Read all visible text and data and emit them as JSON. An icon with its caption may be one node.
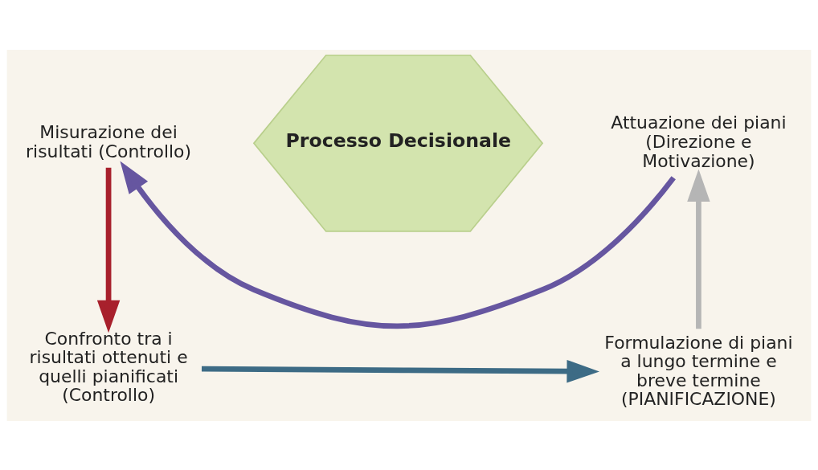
{
  "diagram": {
    "nodes": [
      {
        "text": [
          "Formulazione di piani a lungo termine e breve termine (PIANIFICAZIONE)"
        ]
      },
      {
        "text": [
          "Confronto tra i risultati ottenuti e quelli pianificati (Controllo)"
        ]
      },
      {
        "text": [
          "Processo Decisionale"
        ]
      },
      {
        "text": [
          "Misurazione dei risultati (Controllo)"
        ]
      },
      {
        "text": [
          "Attuazione dei piani (Direzione e Motivazione)"
        ]
      }
    ],
    "edges": [
      {
        "from": 1,
        "to": 0,
        "arrow": "to",
        "color": "#3d6b85"
      },
      {
        "from": 0,
        "to": 4,
        "arrow": "to",
        "color": "#b5b5b5"
      },
      {
        "from": 4,
        "to": 3,
        "arrow": "to",
        "color": "#6656a0"
      },
      {
        "from": 3,
        "to": 1,
        "arrow": "to",
        "color": "#a8202c"
      }
    ]
  }
}
